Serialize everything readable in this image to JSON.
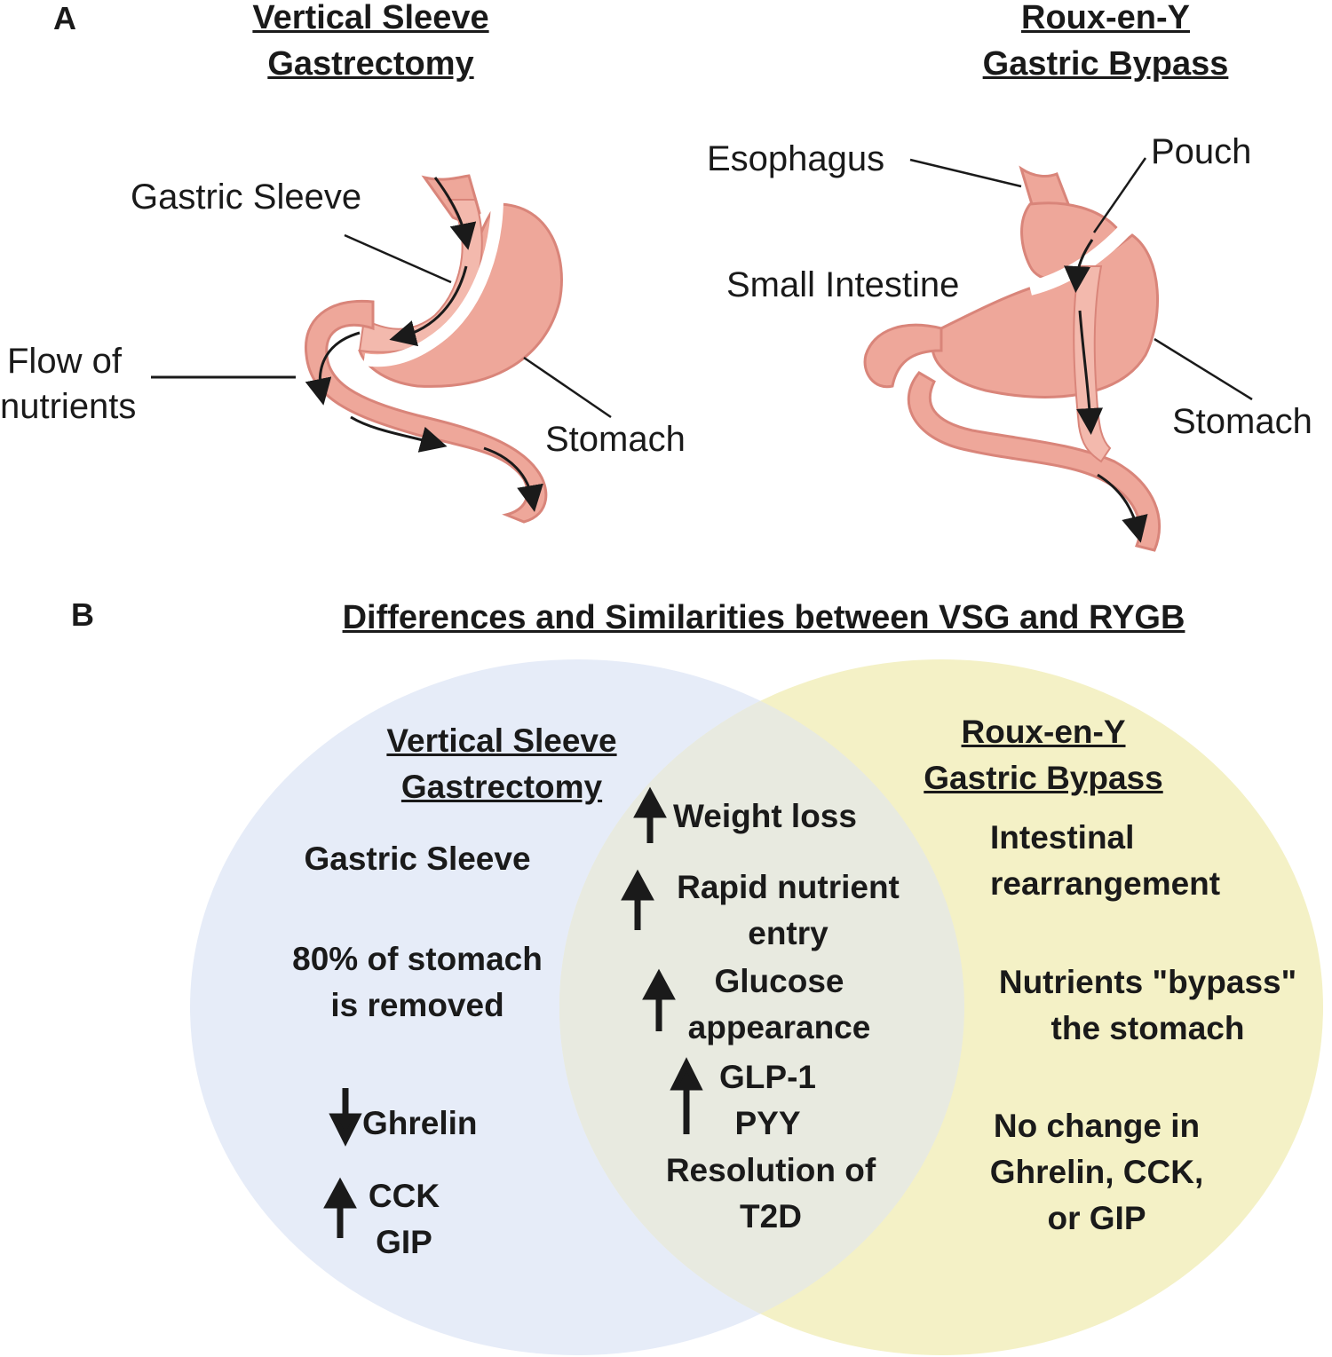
{
  "panel_a": {
    "letter": "A",
    "vsg": {
      "title_line1": "Vertical Sleeve",
      "title_line2": "Gastrectomy",
      "label_gastric_sleeve": "Gastric Sleeve",
      "label_flow_line1": "Flow of",
      "label_flow_line2": "nutrients",
      "label_stomach": "Stomach"
    },
    "rygb": {
      "title_line1": "Roux-en-Y",
      "title_line2": "Gastric Bypass",
      "label_esophagus": "Esophagus",
      "label_pouch": "Pouch",
      "label_small_intestine": "Small Intestine",
      "label_stomach": "Stomach"
    }
  },
  "panel_b": {
    "letter": "B",
    "title": "Differences and Similarities between VSG and RYGB",
    "vsg": {
      "head_line1": "Vertical Sleeve",
      "head_line2": "Gastrectomy",
      "item1": "Gastric Sleeve",
      "item2_line1": "80% of stomach",
      "item2_line2": "is removed",
      "item3": "Ghrelin",
      "item4_line1": "CCK",
      "item4_line2": "GIP"
    },
    "shared": {
      "item1": "Weight loss",
      "item2_line1": "Rapid nutrient",
      "item2_line2": "entry",
      "item3_line1": "Glucose",
      "item3_line2": "appearance",
      "item4_line1": "GLP-1",
      "item4_line2": "PYY",
      "item5_line1": "Resolution of",
      "item5_line2": "T2D"
    },
    "rygb": {
      "head_line1": "Roux-en-Y",
      "head_line2": "Gastric Bypass",
      "item1_line1": "Intestinal",
      "item1_line2": "rearrangement",
      "item2_line1": "Nutrients \"bypass\"",
      "item2_line2": "the stomach",
      "item3_line1": "No change in",
      "item3_line2": "Ghrelin, CCK,",
      "item3_line3": "or GIP"
    }
  },
  "colors": {
    "stomach_fill": "#eea79a",
    "stomach_shade": "#d9857a",
    "vsg_circle": "#e6ecf8",
    "rygb_circle": "#f4f1c6",
    "overlap": "#e8eae0"
  }
}
